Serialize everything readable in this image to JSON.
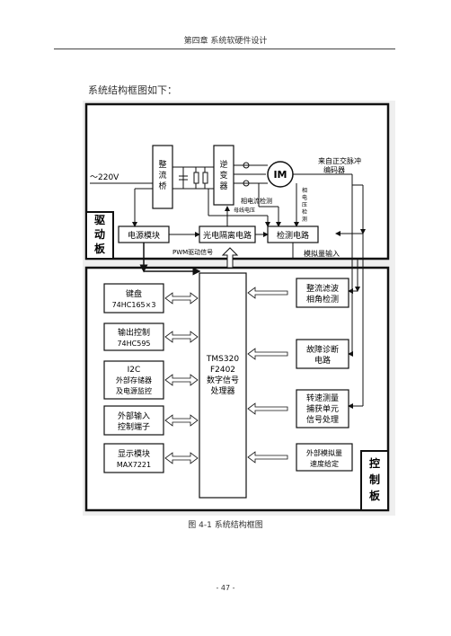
{
  "page_header": "第四章    系统软硬件设计",
  "intro_text": "系统结构框图如下：",
  "caption": "图 4-1  系统结构框图",
  "page_number": "- 47 -",
  "diagram": {
    "drive_board": {
      "section_label": "驱动板",
      "ac_input": "～220V",
      "rectifier": "整流桥",
      "inverter": "逆变器",
      "motor": "IM",
      "encoder": "来自正交脉冲编码器",
      "phase_detect": "相电流检测",
      "bus_voltage": "母线电压",
      "phase_volt": "相电压检测",
      "power_module": "电源模块",
      "optocoupler": "光电隔离电路",
      "detect_circuit": "检测电路",
      "pwm_signal": "PWM驱动信号",
      "analog_input": "模拟量输入"
    },
    "control_board": {
      "section_label": "控制板",
      "dsp": "TMS320 F2402 数字信号 处理器",
      "keyboard": "键盘 74HC165×3",
      "output_ctrl": "输出控制 74HC595",
      "i2c": "I2C 外部存储器 及电源监控",
      "ext_input": "外部输入 控制端子",
      "display": "显示模块 MAX7221",
      "rect_filter": "整流滤波 相角检测",
      "fault_diag": "故障诊断 电路",
      "speed_meas": "转速测量 捕获单元 信号处理",
      "ext_analog": "外部模拟量 速度给定"
    }
  }
}
